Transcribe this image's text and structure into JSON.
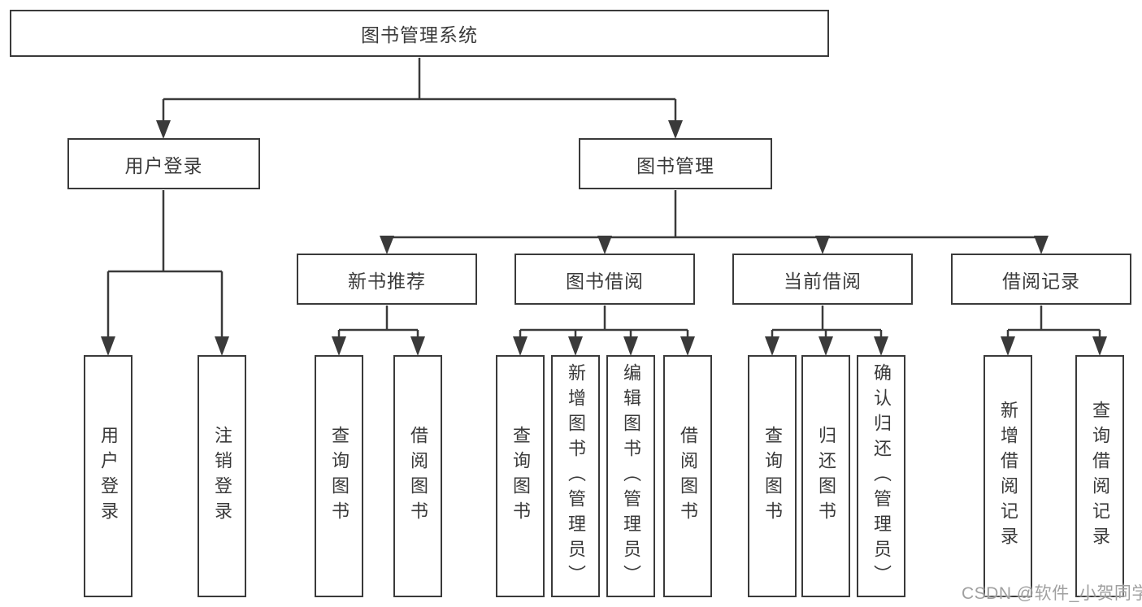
{
  "diagram": {
    "title": "图书管理系统",
    "children": [
      {
        "label": "用户登录",
        "children": [
          {
            "label": "用户登录"
          },
          {
            "label": "注销登录"
          }
        ]
      },
      {
        "label": "图书管理",
        "children": [
          {
            "label": "新书推荐",
            "children": [
              {
                "label": "查询图书"
              },
              {
                "label": "借阅图书"
              }
            ]
          },
          {
            "label": "图书借阅",
            "children": [
              {
                "label": "查询图书"
              },
              {
                "label": "新增图书（管理员）"
              },
              {
                "label": "编辑图书（管理员）"
              },
              {
                "label": "借阅图书"
              }
            ]
          },
          {
            "label": "当前借阅",
            "children": [
              {
                "label": "查询图书"
              },
              {
                "label": "归还图书"
              },
              {
                "label": "确认归还（管理员）"
              }
            ]
          },
          {
            "label": "借阅记录",
            "children": [
              {
                "label": "新增借阅记录"
              },
              {
                "label": "查询借阅记录"
              }
            ]
          }
        ]
      }
    ]
  },
  "watermark": "CSDN @软件_小贺同学",
  "colors": {
    "line": "#3a3a3a",
    "border": "#3a3a3a",
    "text": "#3a3a3a",
    "background": "#ffffff",
    "watermark": "#a0a0a0"
  }
}
